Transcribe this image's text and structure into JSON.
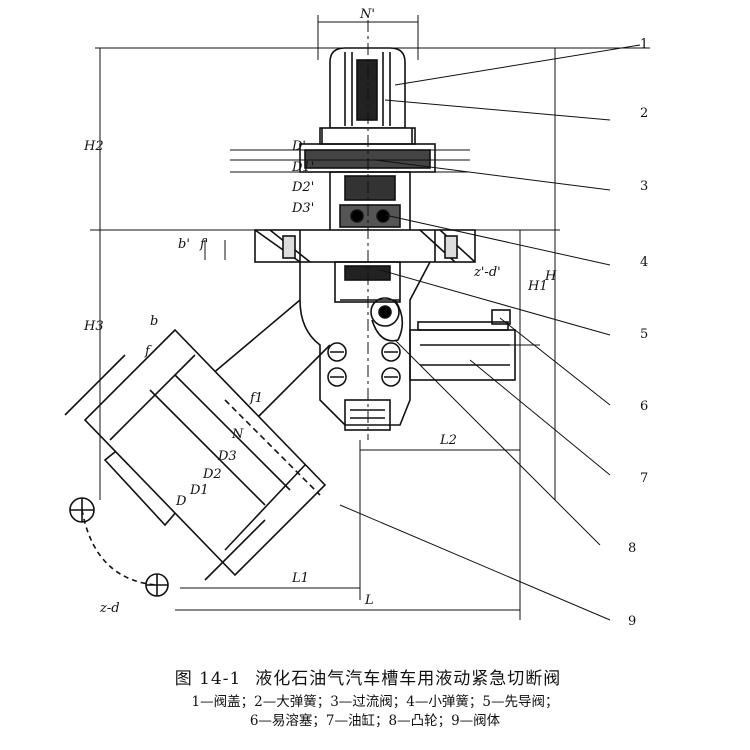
{
  "callouts": [
    "1",
    "2",
    "3",
    "4",
    "5",
    "6",
    "7",
    "8",
    "9"
  ],
  "dimensions": {
    "N_prime": "N'",
    "D_prime": "D'",
    "D1_prime": "D1'",
    "D2_prime": "D2'",
    "D3_prime": "D3'",
    "H": "H",
    "H1": "H1",
    "H2": "H2",
    "H3": "H3",
    "b_prime": "b'",
    "f_prime": "f'",
    "z_d_prime": "z'-d'",
    "b": "b",
    "f": "f",
    "f1": "f1",
    "N": "N",
    "D3": "D3",
    "D2": "D2",
    "D1": "D1",
    "D": "D",
    "L": "L",
    "L1": "L1",
    "L2": "L2",
    "z_d": "z-d"
  },
  "caption": {
    "figure_no": "图 14-1",
    "title": "液化石油气汽车槽车用液动紧急切断阀",
    "line1": "1—阀盖；2—大弹簧；3—过流阀；4—小弹簧；5—先导阀；",
    "line2": "6—易溶塞；7—油缸；8—凸轮；9—阀体"
  }
}
